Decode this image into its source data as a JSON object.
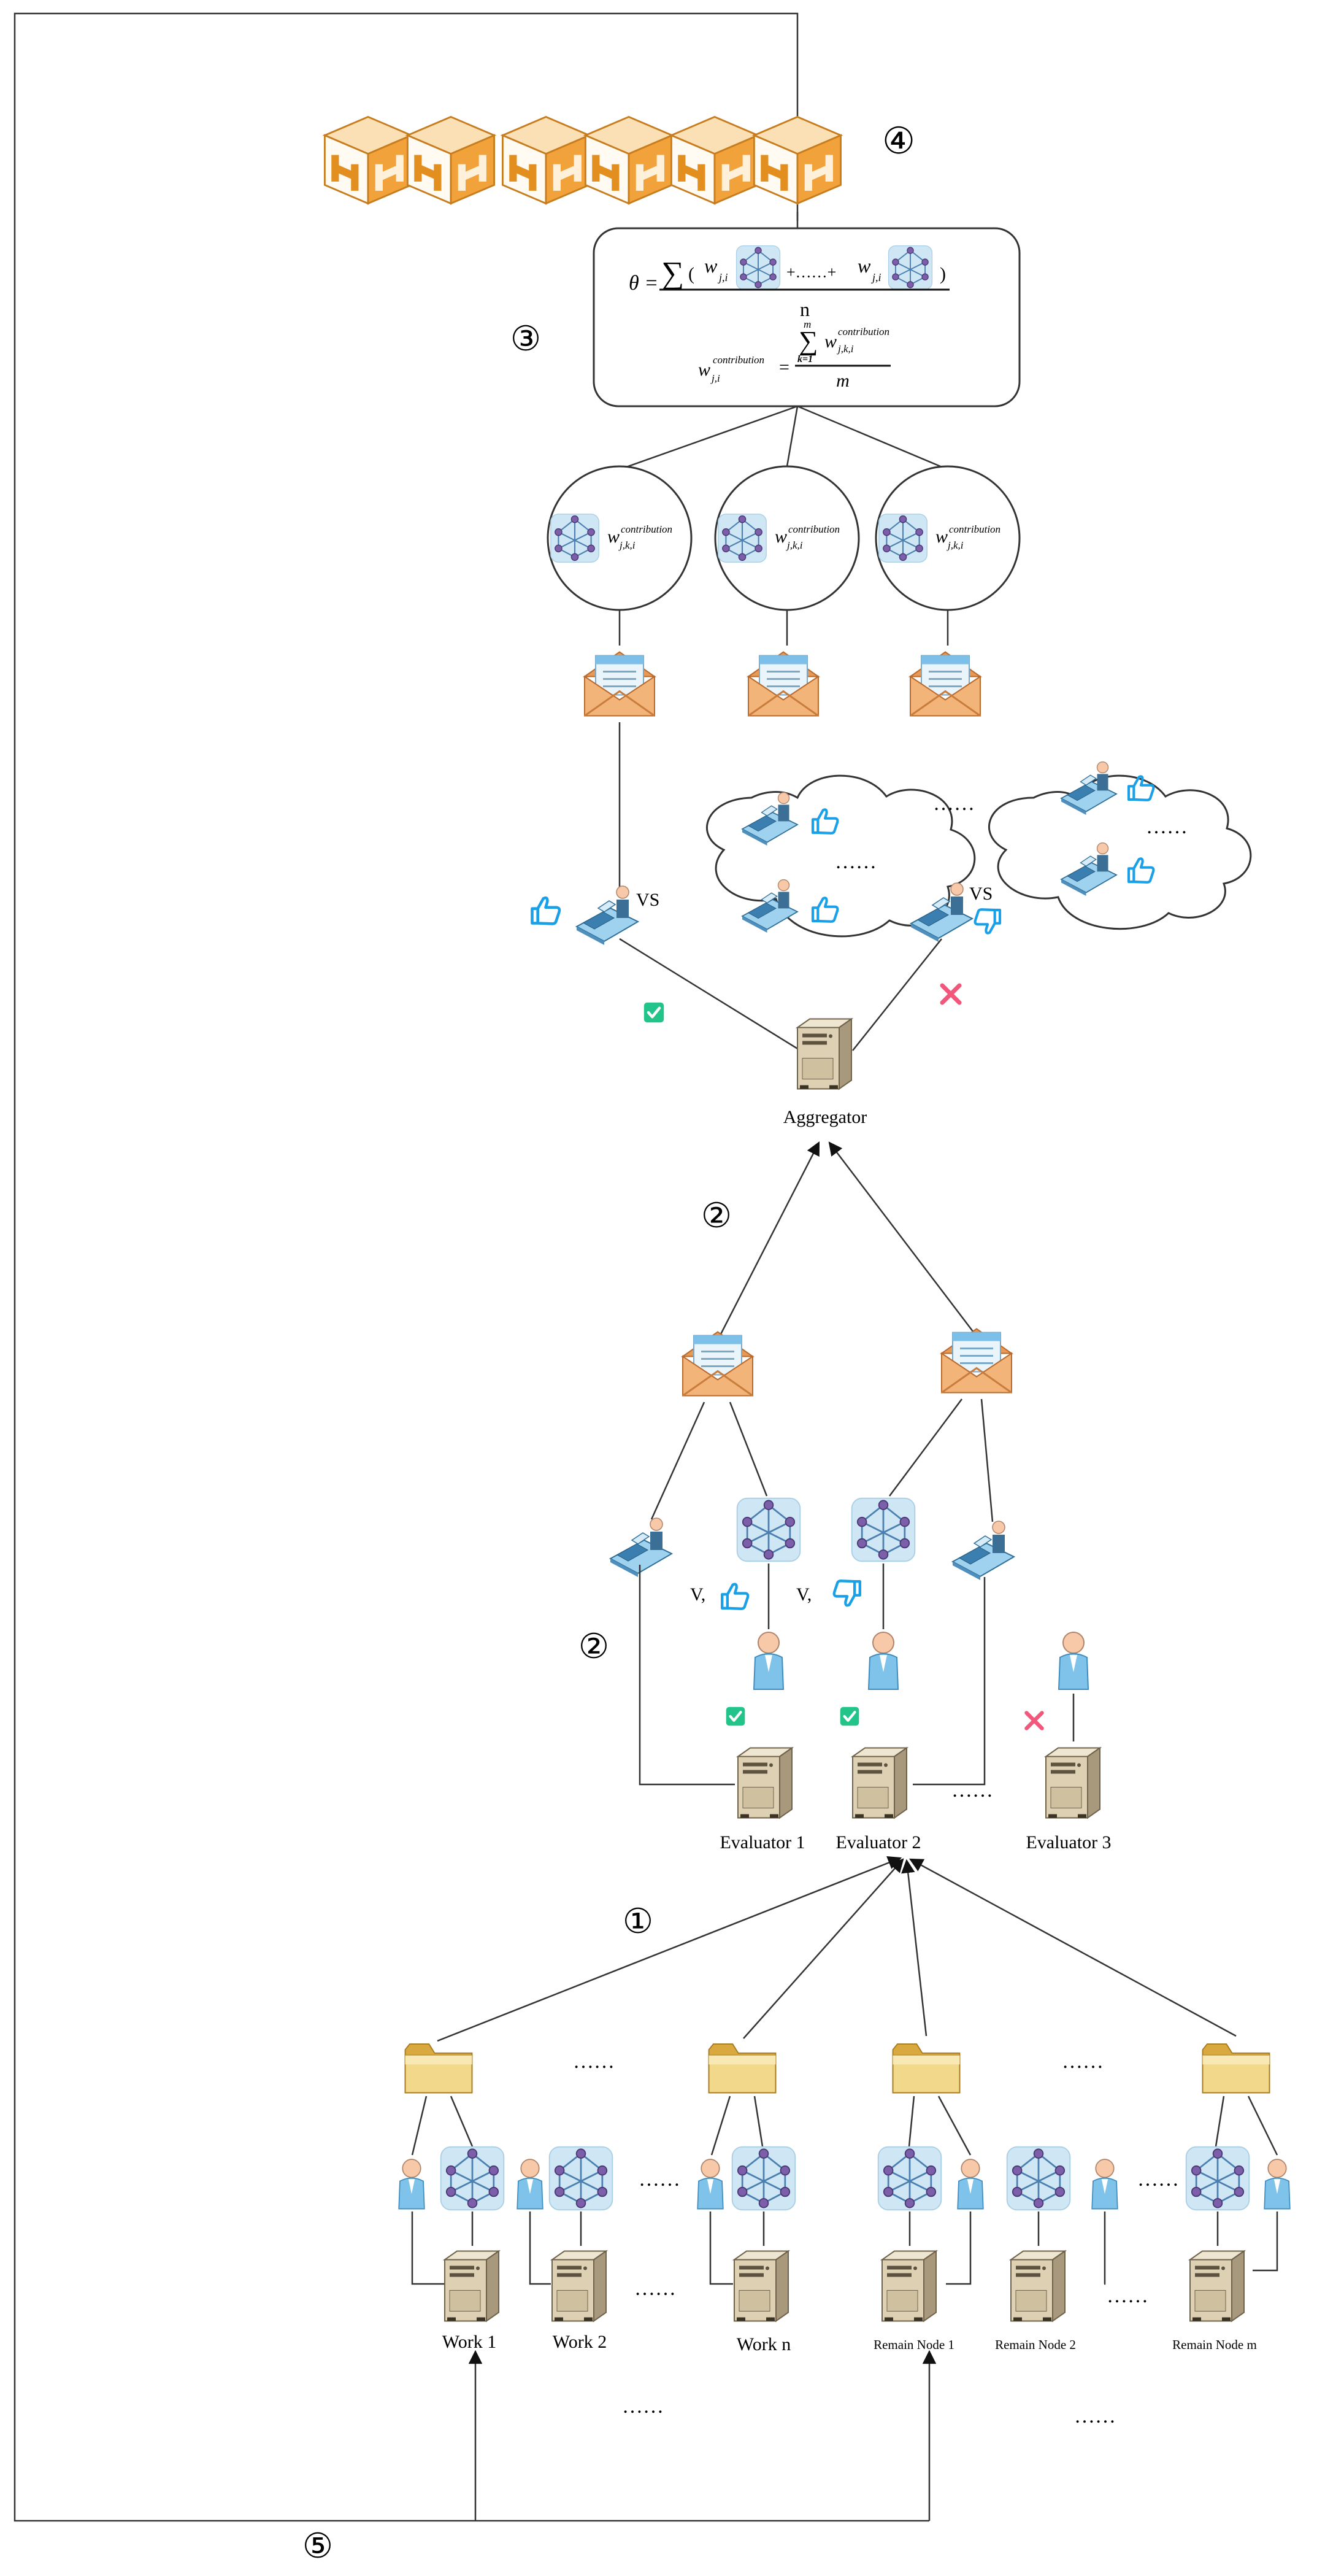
{
  "step_markers": [
    "①",
    "②",
    "②",
    "③",
    "④",
    "⑤"
  ],
  "formulas": {
    "theta_lhs": "θ =",
    "theta_sum": "∑",
    "theta_open": "(",
    "theta_w": "w",
    "theta_w_sub": "j,i",
    "theta_plus_dots": "+……+",
    "theta_close": ")",
    "theta_den": "n",
    "contrib_w": "w",
    "contrib_w_sup": "contribution",
    "contrib_w_sub": "j,i",
    "contrib_eq": "=",
    "contrib_sum": "∑",
    "contrib_sum_top": "m",
    "contrib_sum_bot": "k=1",
    "contrib_num_w": "w",
    "contrib_num_sup": "contribution",
    "contrib_num_sub": "j,k,i",
    "contrib_den": "m",
    "circle_w": "w",
    "circle_sup": "contribution",
    "circle_sub": "j,k,i"
  },
  "labels": {
    "aggregator": "Aggregator",
    "evaluator1": "Evaluator 1",
    "evaluator2": "Evaluator 2",
    "evaluator3": "Evaluator 3",
    "work1": "Work 1",
    "work2": "Work 2",
    "workn": "Work n",
    "remain1": "Remain Node 1",
    "remain2": "Remain Node 2",
    "remainm": "Remain Node m",
    "vs": "VS",
    "v_comma": "V,",
    "dots": "……"
  },
  "icons": [
    "package-box-icon",
    "envelope-icon",
    "server-icon",
    "person-icon",
    "workstation-icon",
    "neural-network-icon",
    "folder-icon",
    "thumbs-up-icon",
    "thumbs-down-icon",
    "check-icon",
    "cross-icon",
    "cloud-icon"
  ],
  "colors": {
    "line": "#333333",
    "thumb": "#1aa0e6",
    "check": "#22c48a",
    "cross": "#f0577a",
    "box": "#f2a23a",
    "envelope": "#eea86a",
    "folder": "#e8c46a",
    "server": "#d9ccb0",
    "nn_bg": "#cfe6f4",
    "nn_node": "#7b5fa8"
  }
}
